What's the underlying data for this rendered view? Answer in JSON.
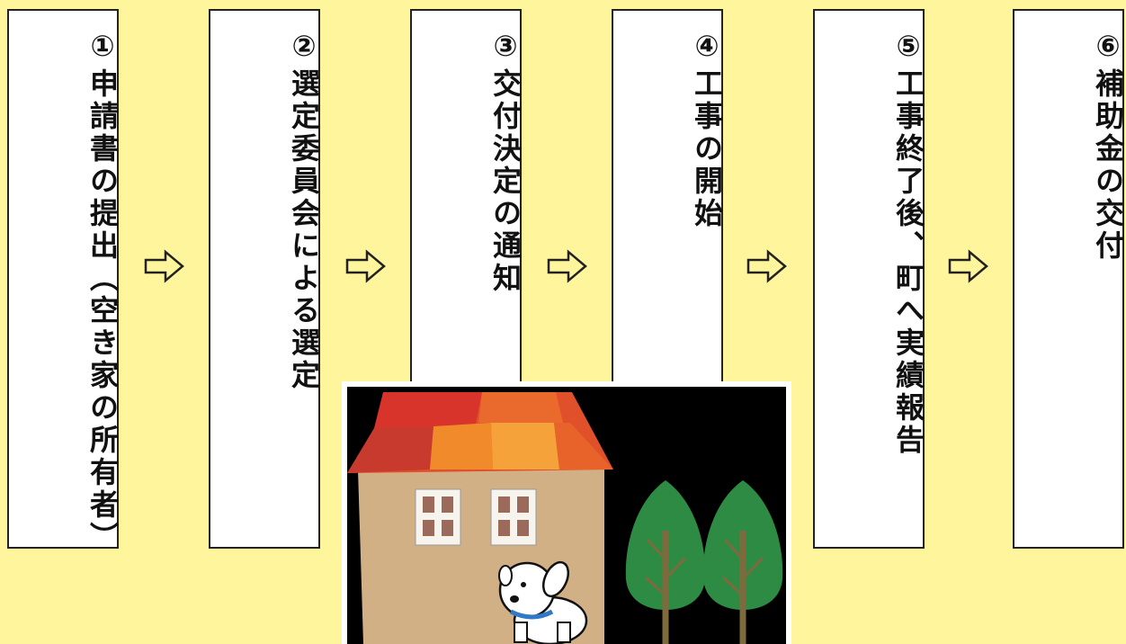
{
  "steps": [
    {
      "num": "①",
      "text": "申請書の提出（空き家の所有者）"
    },
    {
      "num": "②",
      "text": "選定委員会による選定"
    },
    {
      "num": "③",
      "text": "交付決定の通知"
    },
    {
      "num": "④",
      "text": "工事の開始"
    },
    {
      "num": "⑤",
      "text": "工事終了後、町へ実績報告"
    },
    {
      "num": "⑥",
      "text": "補助金の交付"
    }
  ],
  "arrow_icon": "outline-right-arrow-icon",
  "illustration": {
    "subject": "house-with-dog-and-trees",
    "colors": {
      "background": "#000000",
      "house_wall": "#d2b086",
      "roof_red": "#d8342c",
      "roof_orange": "#f08a2a",
      "tree": "#2e8b43",
      "trunk": "#7d6a3d"
    }
  },
  "colors": {
    "page_background": "#fff59d",
    "card_background": "#ffffff",
    "card_border": "#222222",
    "text": "#111111"
  }
}
